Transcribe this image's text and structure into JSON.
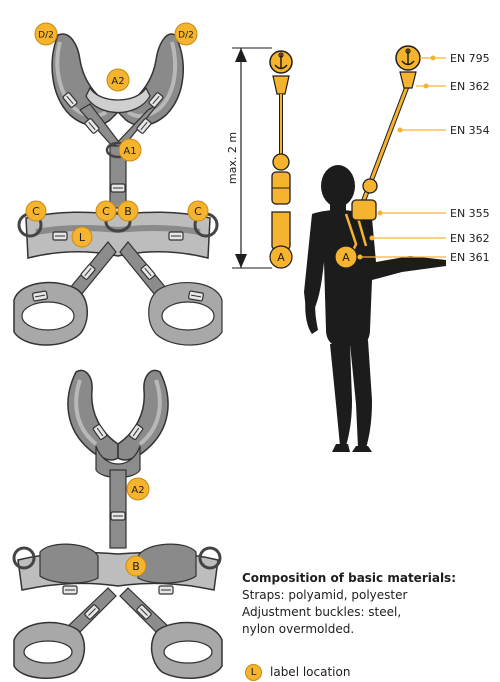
{
  "colors": {
    "accent": "#f5b32e",
    "harness_dark": "#7c7c7c",
    "harness_light": "#c6c6c6",
    "figure": "#1c1c1c"
  },
  "harness_badges": {
    "d2_left": "D/2",
    "d2_right": "D/2",
    "a2_top": "A2",
    "a1": "A1",
    "c_left": "C",
    "c_center": "C",
    "b_center": "B",
    "c_right": "C",
    "l_label": "L",
    "a2_back": "A2",
    "b_back": "B"
  },
  "lanyard": {
    "length_label": "max. 2 m",
    "badge_a": "A"
  },
  "figure_badge": "A",
  "standards": [
    "EN 795",
    "EN 362",
    "EN 354",
    "EN 355",
    "EN 362",
    "EN 361"
  ],
  "composition": {
    "title": "Composition of basic materials:",
    "lines": [
      "Straps: polyamid, polyester",
      "Adjustment buckles: steel,",
      "nylon overmolded."
    ]
  },
  "legend": {
    "badge": "L",
    "text": "label location"
  }
}
